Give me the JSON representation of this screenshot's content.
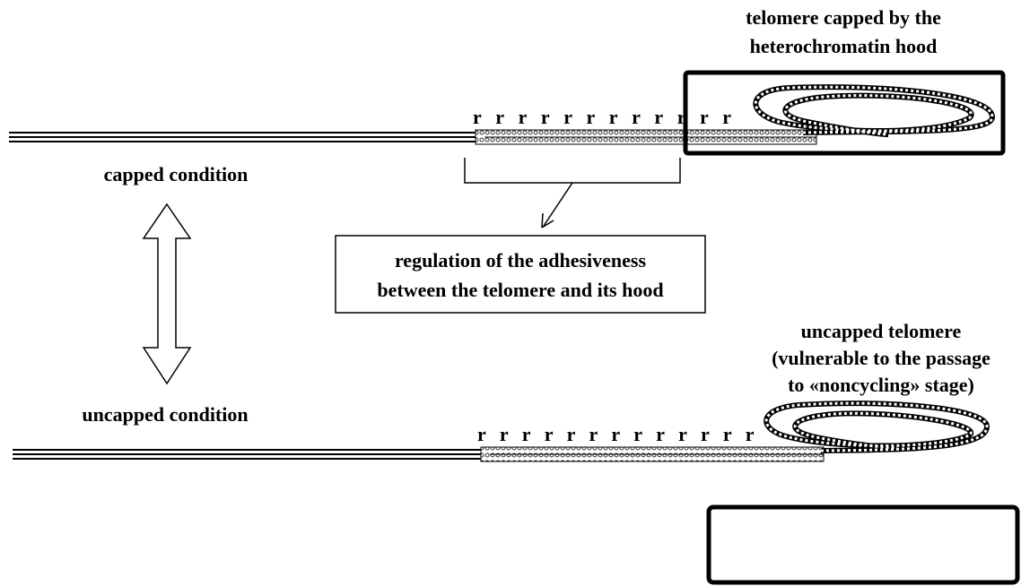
{
  "labels": {
    "capped_title_line1": "telomere capped by the",
    "capped_title_line2": "heterochromatin hood",
    "capped_condition": "capped condition",
    "uncapped_condition": "uncapped condition",
    "regulation_line1": "regulation of the adhesiveness",
    "regulation_line2": "between the telomere and its hood",
    "uncapped_title_line1": "uncapped telomere",
    "uncapped_title_line2": "(vulnerable to the passage",
    "uncapped_title_line3": "to «noncycling» stage)"
  },
  "repeat_letter": "r",
  "capped_repeat_count": 12,
  "uncapped_repeat_count": 13,
  "empty_box_label": ""
}
